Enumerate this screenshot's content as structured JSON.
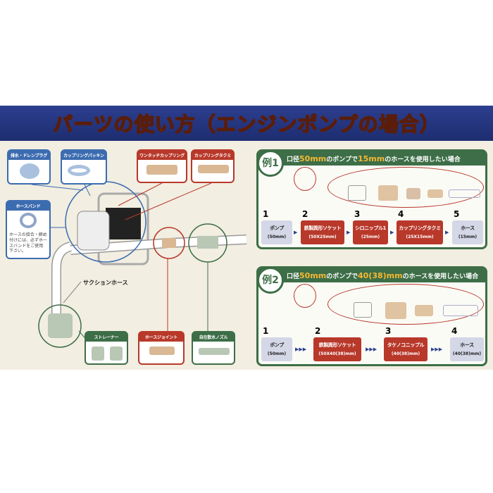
{
  "title": "パーツの使い方（エンジンポンプの場合）",
  "parts": {
    "drain_plug": "排水・ドレンプラグ",
    "coupling_packing": "カップリングパッキン",
    "one_touch_coupling": "ワンタッチカップリング",
    "coupling_takumi": "カップリングタクミ",
    "hose_band": "ホースバンド",
    "hose_band_note": "ホースの接合・締め付けには、必ずホースバンドをご使用下さい。",
    "suction_hose": "サクションホース",
    "strainer": "ストレーナー",
    "hose_joint": "ホースジョイント",
    "nozzle": "自在散水ノズル"
  },
  "example1": {
    "badge": "例1",
    "heading_pre": "口径",
    "pump_size": "50mm",
    "heading_mid": "のポンプで",
    "hose_size": "15mm",
    "heading_post": "のホースを使用したい場合",
    "steps": [
      {
        "n": "1",
        "label": "ポンプ",
        "sub": "(50mm)"
      },
      {
        "n": "2",
        "label": "鉄製異形ソケット",
        "sub": "(50X25mm)"
      },
      {
        "n": "3",
        "label": "シロニップル1",
        "sub": "(25mm)"
      },
      {
        "n": "4",
        "label": "カップリングタクミ",
        "sub": "(25X15mm)"
      },
      {
        "n": "5",
        "label": "ホース",
        "sub": "(15mm)"
      }
    ]
  },
  "example2": {
    "badge": "例2",
    "heading_pre": "口径",
    "pump_size": "50mm",
    "heading_mid": "のポンプで",
    "hose_size": "40(38)mm",
    "heading_post": "のホースを使用したい場合",
    "steps": [
      {
        "n": "1",
        "label": "ポンプ",
        "sub": "(50mm)"
      },
      {
        "n": "2",
        "label": "鉄製異形ソケット",
        "sub": "(50X40(38)mm)"
      },
      {
        "n": "3",
        "label": "タケノコニップル",
        "sub": "(40(38)mm)"
      },
      {
        "n": "4",
        "label": "ホース",
        "sub": "(40(38)mm)"
      }
    ]
  },
  "arrow": "▶"
}
